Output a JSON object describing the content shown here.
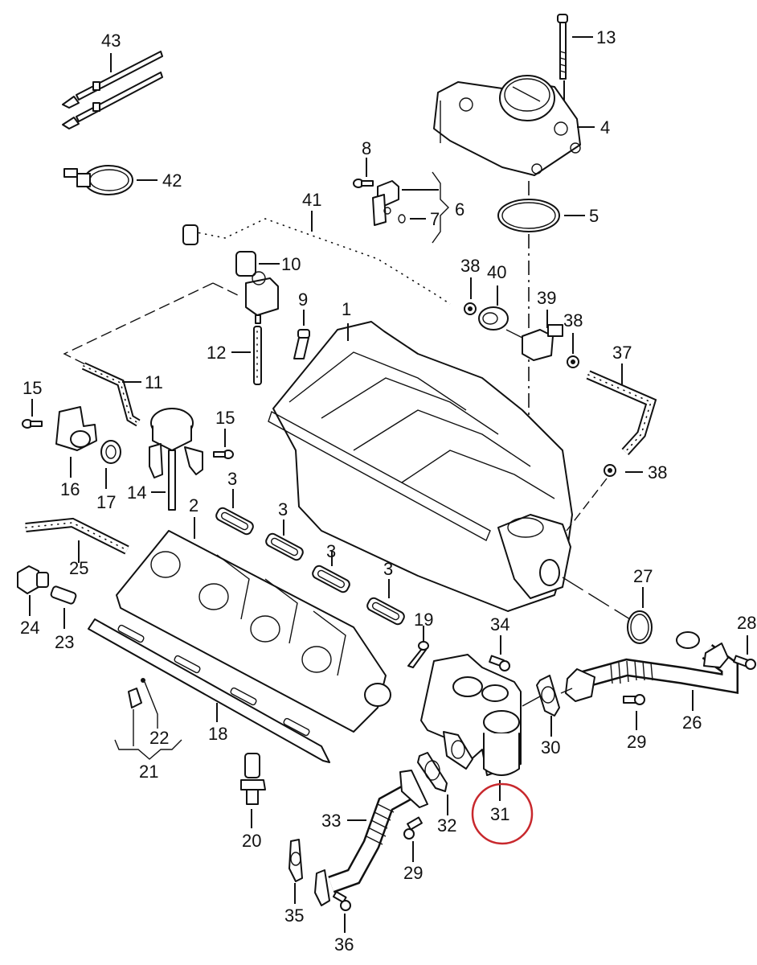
{
  "diagram": {
    "title": "Intake manifold / EGR assembly exploded view",
    "highlight_color": "#c8282d",
    "highlighted_part": "31",
    "callouts": [
      {
        "id": "c1",
        "label": "1"
      },
      {
        "id": "c2",
        "label": "2"
      },
      {
        "id": "c3a",
        "label": "3"
      },
      {
        "id": "c3b",
        "label": "3"
      },
      {
        "id": "c3c",
        "label": "3"
      },
      {
        "id": "c3d",
        "label": "3"
      },
      {
        "id": "c4",
        "label": "4"
      },
      {
        "id": "c5",
        "label": "5"
      },
      {
        "id": "c6",
        "label": "6"
      },
      {
        "id": "c7",
        "label": "7"
      },
      {
        "id": "c8",
        "label": "8"
      },
      {
        "id": "c9",
        "label": "9"
      },
      {
        "id": "c10",
        "label": "10"
      },
      {
        "id": "c11",
        "label": "11"
      },
      {
        "id": "c12",
        "label": "12"
      },
      {
        "id": "c13",
        "label": "13"
      },
      {
        "id": "c14",
        "label": "14"
      },
      {
        "id": "c15a",
        "label": "15"
      },
      {
        "id": "c15b",
        "label": "15"
      },
      {
        "id": "c16",
        "label": "16"
      },
      {
        "id": "c17",
        "label": "17"
      },
      {
        "id": "c18",
        "label": "18"
      },
      {
        "id": "c19",
        "label": "19"
      },
      {
        "id": "c20",
        "label": "20"
      },
      {
        "id": "c21",
        "label": "21"
      },
      {
        "id": "c22",
        "label": "22"
      },
      {
        "id": "c23",
        "label": "23"
      },
      {
        "id": "c24",
        "label": "24"
      },
      {
        "id": "c25",
        "label": "25"
      },
      {
        "id": "c26",
        "label": "26"
      },
      {
        "id": "c27",
        "label": "27"
      },
      {
        "id": "c28",
        "label": "28"
      },
      {
        "id": "c29a",
        "label": "29"
      },
      {
        "id": "c29b",
        "label": "29"
      },
      {
        "id": "c30",
        "label": "30"
      },
      {
        "id": "c31",
        "label": "31"
      },
      {
        "id": "c32",
        "label": "32"
      },
      {
        "id": "c33",
        "label": "33"
      },
      {
        "id": "c34",
        "label": "34"
      },
      {
        "id": "c35",
        "label": "35"
      },
      {
        "id": "c36",
        "label": "36"
      },
      {
        "id": "c37",
        "label": "37"
      },
      {
        "id": "c38a",
        "label": "38"
      },
      {
        "id": "c38b",
        "label": "38"
      },
      {
        "id": "c38c",
        "label": "38"
      },
      {
        "id": "c39",
        "label": "39"
      },
      {
        "id": "c40",
        "label": "40"
      },
      {
        "id": "c41",
        "label": "41"
      },
      {
        "id": "c42",
        "label": "42"
      },
      {
        "id": "c43",
        "label": "43"
      }
    ]
  }
}
